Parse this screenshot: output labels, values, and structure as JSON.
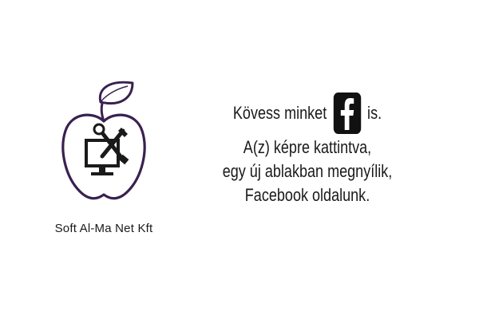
{
  "logo": {
    "icon": "apple-computer-tools-icon",
    "company_name": "Soft Al-Ma Net Kft"
  },
  "message": {
    "line1_before": "Kövess minket",
    "facebook_icon": "facebook-icon",
    "line1_after": "is.",
    "line2": "A(z) képre kattintva,",
    "line3": "egy új ablakban megnyílik,",
    "line4": "Facebook oldalunk."
  },
  "colors": {
    "text": "#1a1a1a",
    "logo_stroke": "#3a2150",
    "facebook_bg": "#111111",
    "background": "#ffffff"
  }
}
